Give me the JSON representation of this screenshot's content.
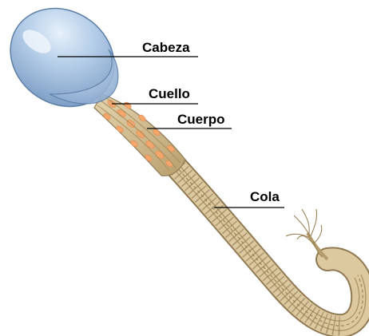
{
  "diagram": {
    "labels": {
      "head": "Cabeza",
      "neck": "Cuello",
      "body": "Cuerpo",
      "tail": "Cola"
    }
  },
  "colors": {
    "head_fill": "#a9c5e4",
    "head_highlight": "#dbe8f5",
    "head_outline": "#5c7ea6",
    "midpiece_orange": "#f4a66c",
    "fiber": "#c8b48a",
    "fiber_dark": "#8f7a53",
    "leader_line": "#000000"
  }
}
